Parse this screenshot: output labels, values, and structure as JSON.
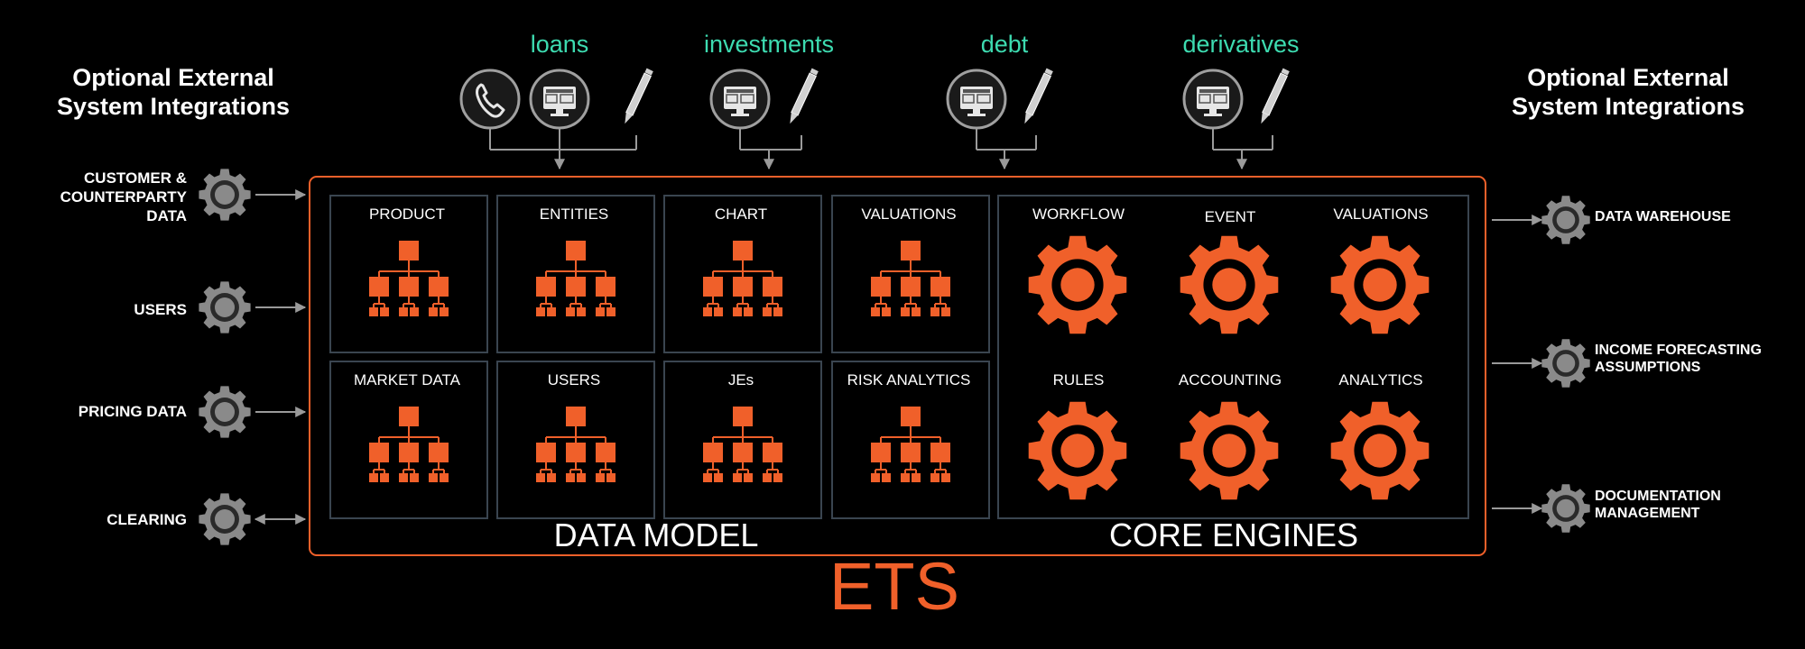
{
  "left_header": [
    "Optional External",
    "System Integrations"
  ],
  "right_header": [
    "Optional External",
    "System Integrations"
  ],
  "categories": [
    "loans",
    "investments",
    "debt",
    "derivatives"
  ],
  "left_inputs": [
    {
      "lines": [
        "CUSTOMER &",
        "COUNTERPARTY",
        "DATA"
      ],
      "arrow": "in",
      "icon": "gear-icon"
    },
    {
      "lines": [
        "USERS"
      ],
      "arrow": "in",
      "icon": "gear-icon"
    },
    {
      "lines": [
        "PRICING DATA"
      ],
      "arrow": "in",
      "icon": "gear-icon"
    },
    {
      "lines": [
        "CLEARING"
      ],
      "arrow": "both",
      "icon": "gear-icon"
    }
  ],
  "right_outputs": [
    {
      "lines": [
        "DATA  WAREHOUSE"
      ],
      "icon": "gear-icon"
    },
    {
      "lines": [
        "INCOME FORECASTING",
        "ASSUMPTIONS"
      ],
      "icon": "gear-icon"
    },
    {
      "lines": [
        "DOCUMENTATION",
        "MANAGEMENT"
      ],
      "icon": "gear-icon"
    }
  ],
  "data_model": {
    "title": "DATA MODEL",
    "cells": [
      "PRODUCT",
      "ENTITIES",
      "CHART",
      "VALUATIONS",
      "MARKET DATA",
      "USERS",
      "JEs",
      "RISK ANALYTICS"
    ]
  },
  "core_engines": {
    "title": "CORE ENGINES",
    "engines": [
      "WORKFLOW",
      "EVENT",
      "VALUATIONS",
      "RULES",
      "ACCOUNTING",
      "ANALYTICS"
    ]
  },
  "system_name": "ETS",
  "colors": {
    "accent": "#f0602a",
    "category": "#3ddbb0",
    "gear_gray": "#8a8a8a",
    "line": "#9a9a9a"
  }
}
